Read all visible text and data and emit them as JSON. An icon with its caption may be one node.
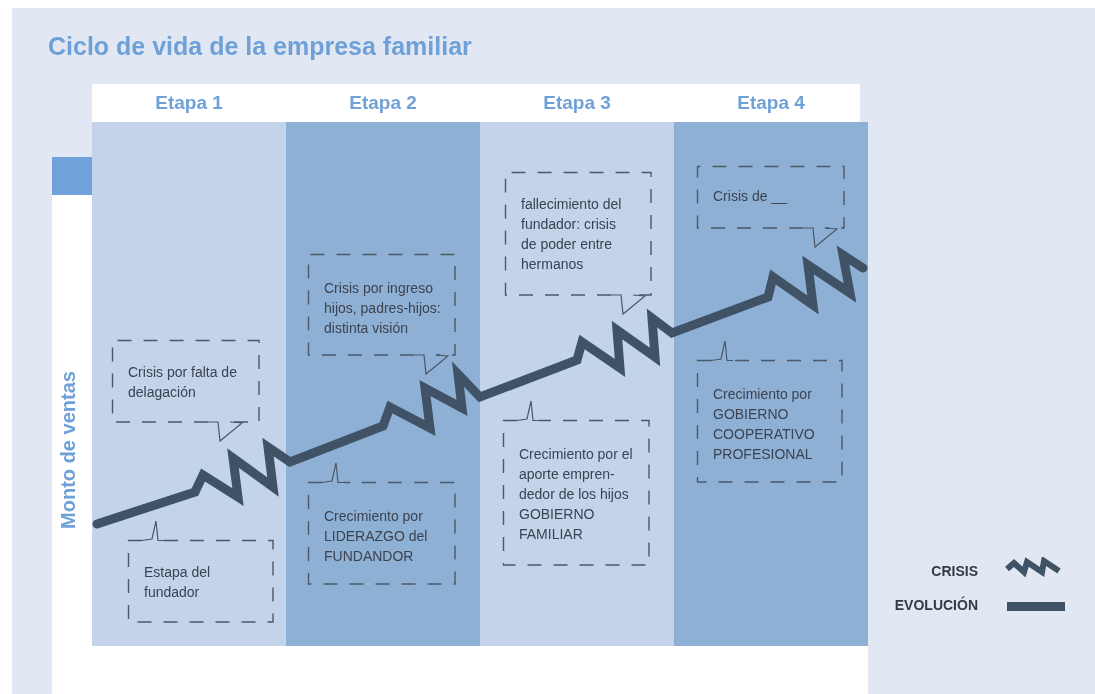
{
  "diagram": {
    "title": "Ciclo de vida de la empresa familiar",
    "nodes": [
      {
        "text": [
          "Etapa 1"
        ]
      },
      {
        "text": [
          "Crisis por falta de delagación"
        ],
        "in": 0
      },
      {
        "text": [
          "Estapa del fundador"
        ],
        "in": 0
      },
      {
        "text": [
          "Etapa 2"
        ]
      },
      {
        "text": [
          "Crisis por ingreso hijos, padres-hijos: distinta visión"
        ],
        "in": 3
      },
      {
        "text": [
          "Crecimiento por LIDERAZGO del FUNDANDOR"
        ],
        "in": 3
      },
      {
        "text": [
          "Etapa 3"
        ]
      },
      {
        "text": [
          "fallecimiento del fundador: crisis de poder entre hermanos"
        ],
        "in": 6
      },
      {
        "text": [
          "Crecimiento por el aporte empren- dedor de los hijos GOBIERNO FAMILIAR"
        ],
        "in": 6
      },
      {
        "text": [
          "Etapa 4"
        ]
      },
      {
        "text": [
          "Crisis de __"
        ],
        "in": 9
      },
      {
        "text": [
          "Crecimiento por GOBIERNO COOPERATIVO PROFESIONAL"
        ],
        "in": 9
      }
    ],
    "edges": [],
    "labels": [
      "Monto de ventas"
    ],
    "legend": [
      {
        "text": "CRISIS"
      },
      {
        "text": "EVOLUCIÓN"
      }
    ]
  }
}
